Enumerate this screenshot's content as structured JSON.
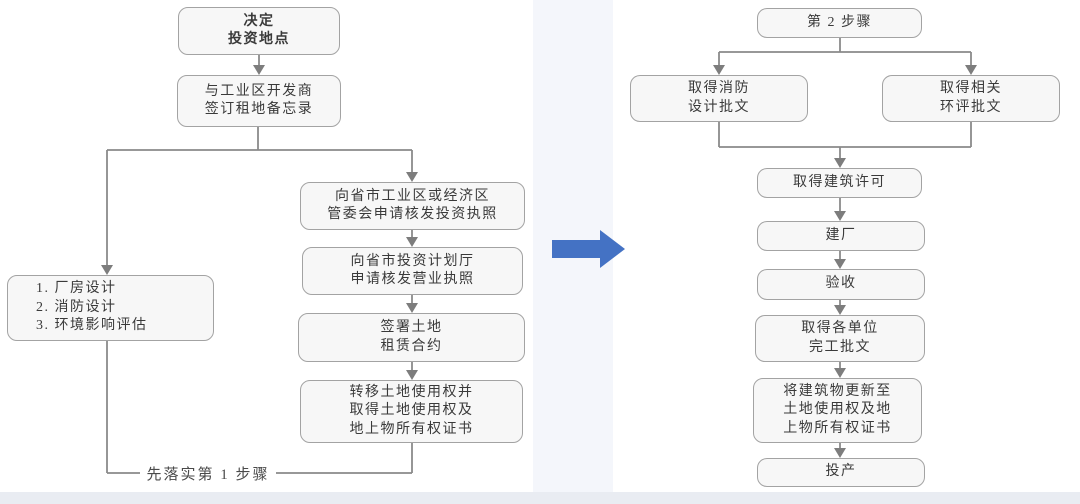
{
  "colors": {
    "flow_arrow_blue": "#4472C4",
    "connector_gray": "#8a8a8a",
    "arrowhead_gray": "#7d7d7d",
    "box_border": "#a3a3a3",
    "box_fill": "#f7f7f7",
    "text": "#3a3a3a",
    "mid_band": "#f4f6fb",
    "bottom_band": "#e9ecf2"
  },
  "left_chart": {
    "boxes": [
      {
        "id": "decide-location",
        "text": "决定\n投资地点"
      },
      {
        "id": "memo",
        "text": "与工业区开发商\n签订租地备忘录"
      },
      {
        "id": "design-list",
        "text": "1. 厂房设计\n2. 消防设计\n3. 环境影响评估"
      },
      {
        "id": "invest-license",
        "text": "向省市工业区或经济区\n管委会申请核发投资执照"
      },
      {
        "id": "business-license",
        "text": "向省市投资计划厅\n申请核发营业执照"
      },
      {
        "id": "land-lease",
        "text": "签署土地\n租赁合约"
      },
      {
        "id": "land-transfer",
        "text": "转移土地使用权并\n取得土地使用权及\n地上物所有权证书"
      }
    ],
    "loop_label": "先落实第 1 步骤"
  },
  "transition": {
    "arrow_icon": "blue-right-arrow"
  },
  "right_chart": {
    "boxes": [
      {
        "id": "step2",
        "text": "第 2 步骤"
      },
      {
        "id": "fire-approval",
        "text": "取得消防\n设计批文"
      },
      {
        "id": "env-approval",
        "text": "取得相关\n环评批文"
      },
      {
        "id": "construction-permit",
        "text": "取得建筑许可"
      },
      {
        "id": "build-factory",
        "text": "建厂"
      },
      {
        "id": "acceptance",
        "text": "验收"
      },
      {
        "id": "completion-approval",
        "text": "取得各单位\n完工批文"
      },
      {
        "id": "building-update",
        "text": "将建筑物更新至\n土地使用权及地\n上物所有权证书"
      },
      {
        "id": "production",
        "text": "投产"
      }
    ]
  }
}
